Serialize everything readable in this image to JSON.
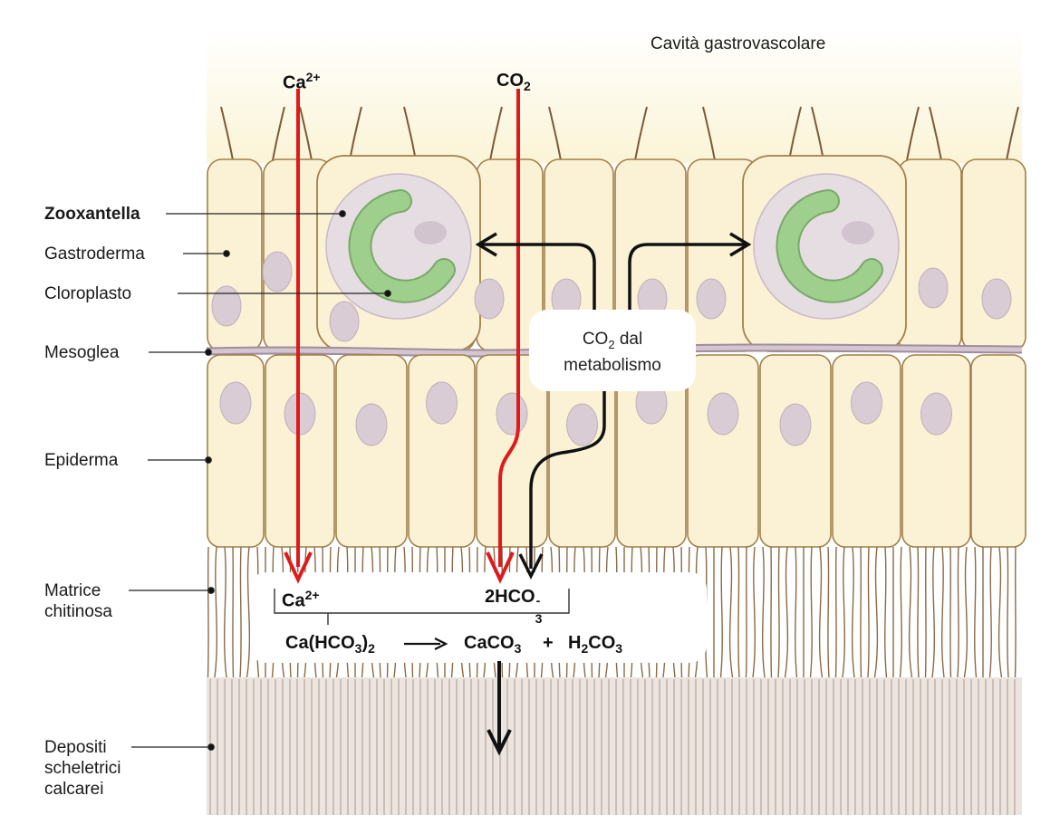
{
  "labels": {
    "cavity": "Cavità gastrovascolare",
    "zooxantella": "Zooxantella",
    "gastroderma": "Gastroderma",
    "cloroplasto": "Cloroplasto",
    "mesoglea": "Mesoglea",
    "epiderma": "Epiderma",
    "matrice_1": "Matrice",
    "matrice_2": "chitinosa",
    "depositi_1": "Depositi",
    "depositi_2": "scheletrici",
    "depositi_3": "calcarei"
  },
  "inputs": {
    "calcium": {
      "base": "Ca",
      "sup": "2+"
    },
    "co2": {
      "base": "CO",
      "sub": "2"
    }
  },
  "metabolism_box": {
    "line1_base": "CO",
    "line1_sub": "2",
    "line1_rest": " dal",
    "line2": "metabolismo"
  },
  "reaction": {
    "ca_base": "Ca",
    "ca_sup": "2+",
    "bicarb_pre": "2HCO",
    "bicarb_sub": "3",
    "bicarb_sup": "-",
    "left_pre": "Ca(HCO",
    "left_sub": "3",
    "left_post": ")",
    "left_sub2": "2",
    "product1_pre": "CaCO",
    "product1_sub": "3",
    "plus": "+",
    "product2_pre": "H",
    "product2_sub": "2",
    "product2_mid": "CO",
    "product2_sub2": "3"
  },
  "colors": {
    "cell_fill": "#fbf2d6",
    "cell_stroke": "#a0804a",
    "nucleus": "#d9ccd4",
    "chloroplast": "#9fcf8c",
    "arrow_red": "#e0191b",
    "mesoglea": "#c4b4c0",
    "matrix_fiber": "#8a6a48",
    "skeleton": "#e8e0da"
  }
}
